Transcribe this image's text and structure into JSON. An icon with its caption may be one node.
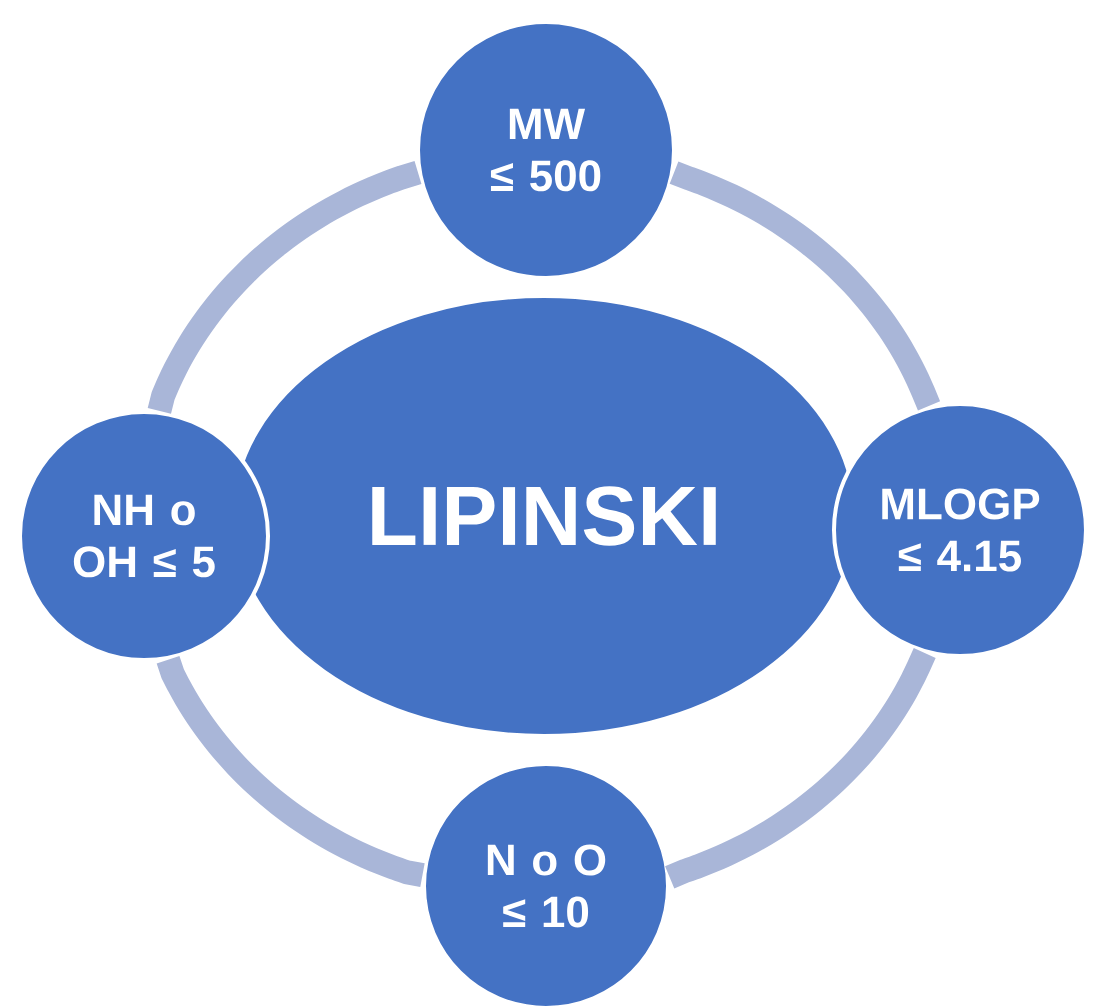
{
  "diagram": {
    "nodes": [
      {
        "text": [
          "LIPINSKI"
        ]
      },
      {
        "text": [
          "MW ≤ 500"
        ]
      },
      {
        "text": [
          "NH o OH ≤ 5"
        ]
      },
      {
        "text": [
          "MLOGP ≤ 4.15"
        ]
      },
      {
        "text": [
          "N o O ≤ 10"
        ]
      }
    ],
    "edges": [
      {
        "from": 1,
        "to": 3,
        "arrow": "none"
      },
      {
        "from": 3,
        "to": 4,
        "arrow": "none"
      },
      {
        "from": 4,
        "to": 2,
        "arrow": "none"
      },
      {
        "from": 2,
        "to": 1,
        "arrow": "none"
      }
    ]
  }
}
